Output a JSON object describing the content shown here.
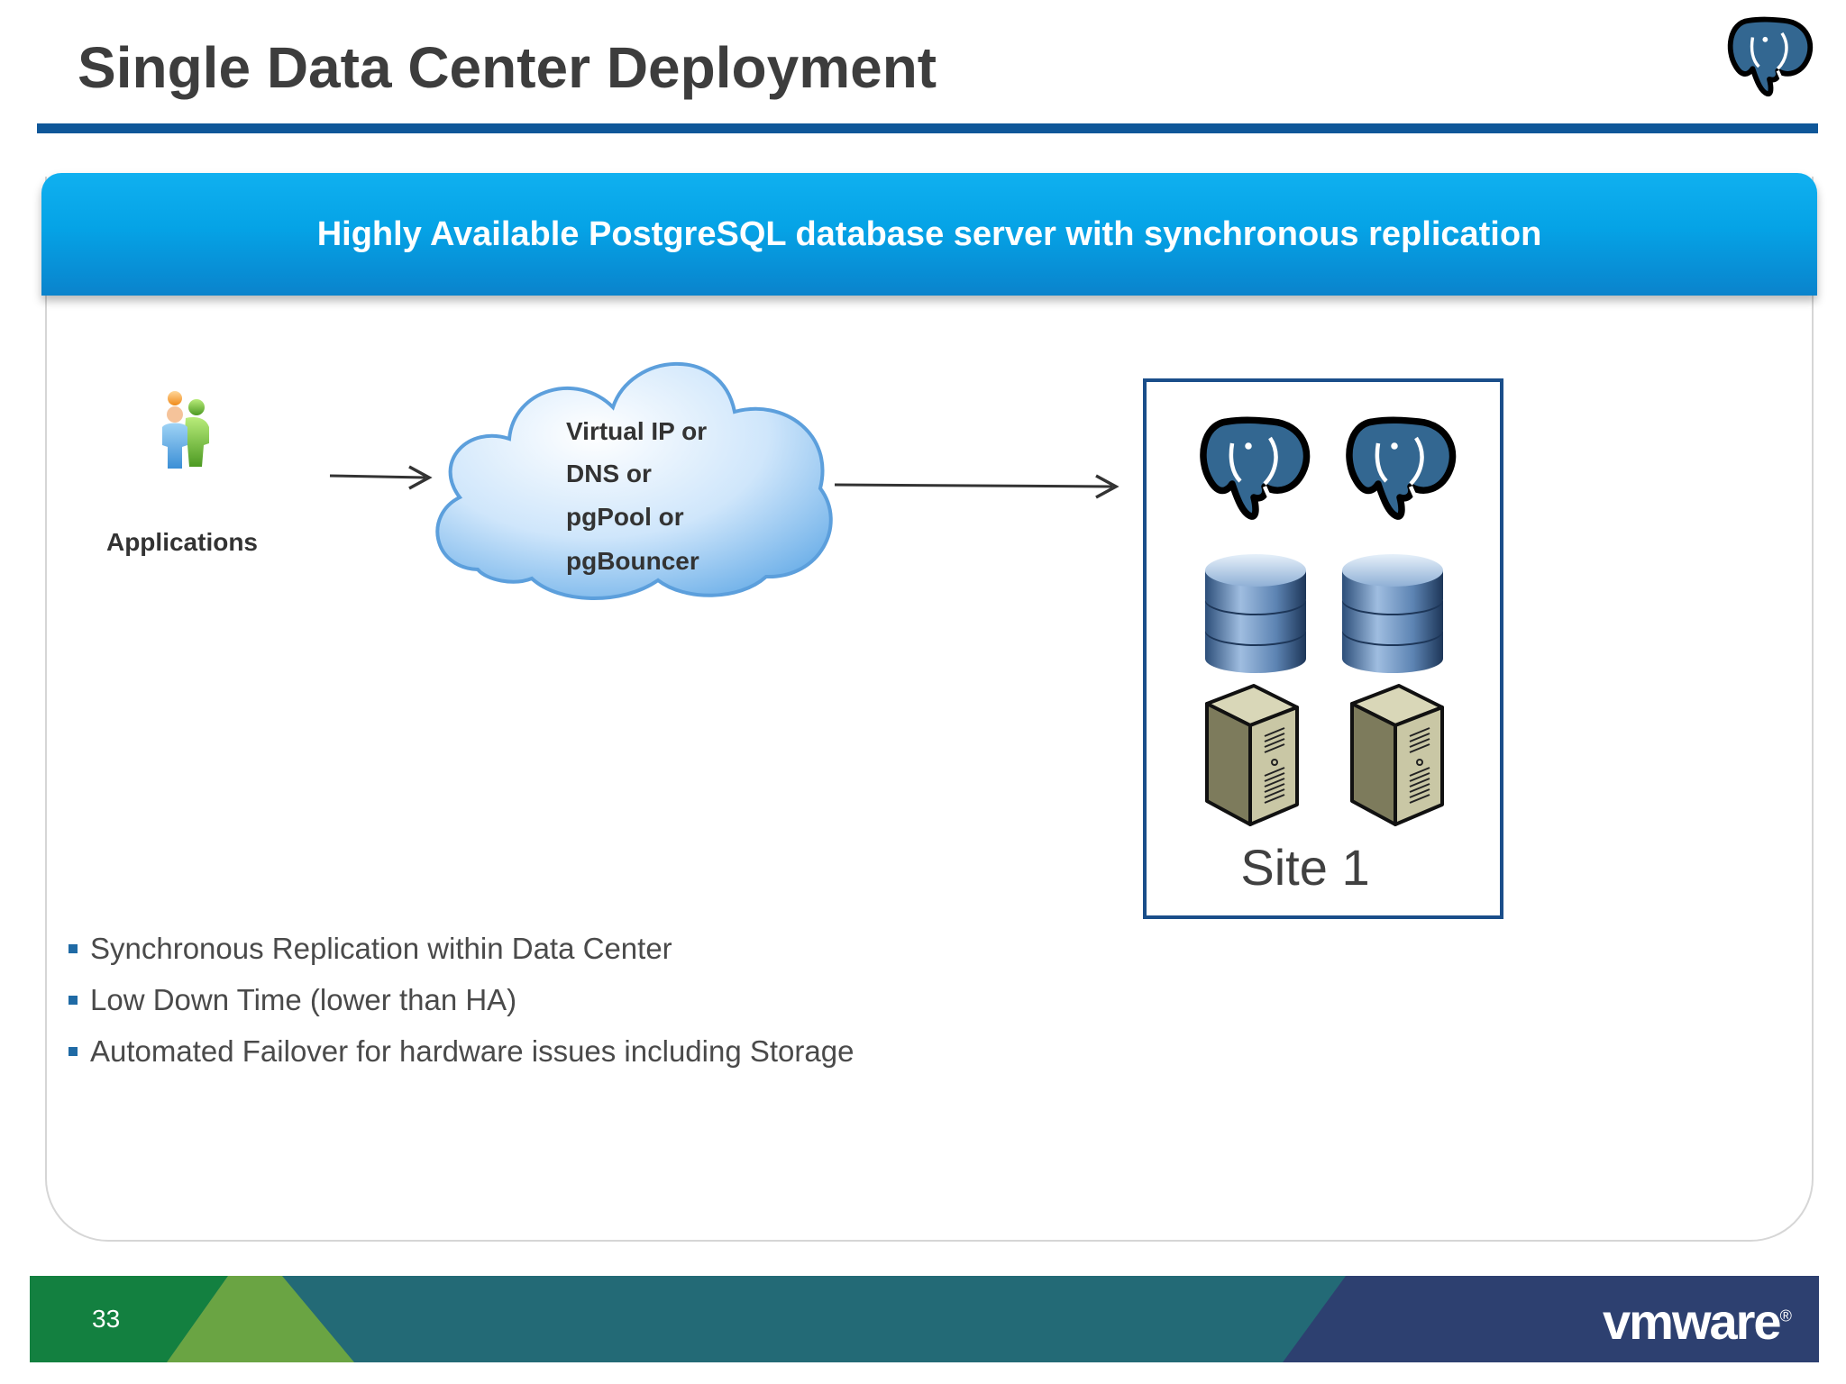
{
  "slide": {
    "title": "Single Data Center Deployment",
    "banner": "Highly Available PostgreSQL  database server with synchronous replication",
    "applications_label": "Applications",
    "cloud_lines": [
      "Virtual IP  or",
      "DNS or",
      "pgPool or",
      "pgBouncer"
    ],
    "site_label": "Site 1",
    "bullets": [
      "Synchronous Replication within Data Center",
      "Low Down Time (lower than HA)",
      "Automated Failover for hardware issues including Storage"
    ],
    "page_number": "33",
    "brand_logo_text": "vmware",
    "brand_logo_mark": "®"
  },
  "icons": {
    "top_right": "postgresql-elephant-icon",
    "applications": "users-icon",
    "site": [
      "postgresql-elephant-icon",
      "database-icon",
      "server-icon"
    ]
  },
  "colors": {
    "title_text": "#3d3d3d",
    "title_rule": "#0f5799",
    "banner_top": "#10b0f0",
    "banner_bottom": "#0a83cc",
    "site_border": "#1a4e8a",
    "footer_green": "#138040",
    "footer_light_green": "#6aa443",
    "footer_teal": "#236a76",
    "footer_navy": "#2d4070"
  }
}
